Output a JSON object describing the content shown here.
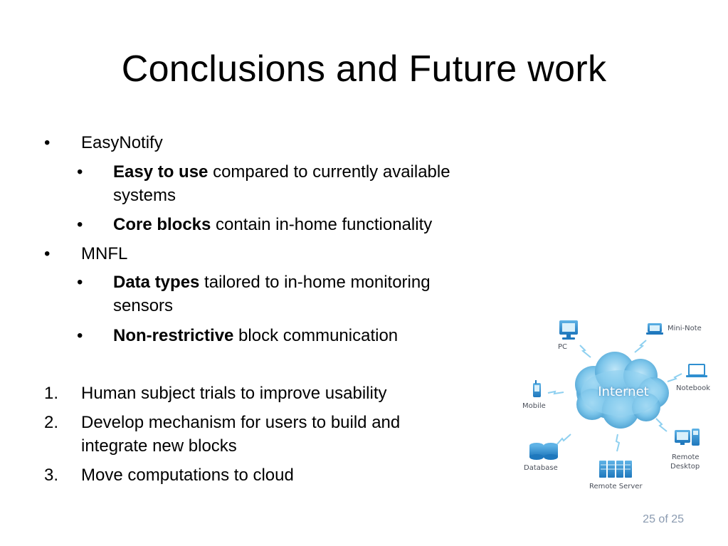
{
  "slide": {
    "title": "Conclusions and Future work",
    "page_number": "25 of 25"
  },
  "bullets": {
    "easynotify": {
      "label": "EasyNotify",
      "sub1_bold": "Easy to use",
      "sub1_rest_line1": " compared to currently available",
      "sub1_rest_line2": "systems",
      "sub2_bold": "Core blocks",
      "sub2_rest": " contain in-home functionality"
    },
    "mnfl": {
      "label": "MNFL",
      "sub1_bold": "Data types",
      "sub1_rest_line1": " tailored to in-home monitoring",
      "sub1_rest_line2": "sensors",
      "sub2_bold": "Non-restrictive",
      "sub2_rest": " block communication"
    }
  },
  "future_work": [
    {
      "number": "1.",
      "line1": "Human subject trials to improve usability",
      "line2": ""
    },
    {
      "number": "2.",
      "line1": "Develop mechanism for users to build and",
      "line2": "integrate new blocks"
    },
    {
      "number": "3.",
      "line1": "Move computations to cloud",
      "line2": ""
    }
  ],
  "diagram": {
    "center": "Internet",
    "nodes": {
      "pc": "PC",
      "mini_note": "Mini-Note",
      "notebook": "Notebook",
      "mobile": "Mobile",
      "database": "Database",
      "remote_server": "Remote Server",
      "remote_desktop_line1": "Remote",
      "remote_desktop_line2": "Desktop"
    },
    "colors": {
      "cloud": "#7cc5ea",
      "cloud_dark": "#4a9fd0",
      "device": "#2f8fd0",
      "arrow": "#8fd0f0"
    }
  }
}
